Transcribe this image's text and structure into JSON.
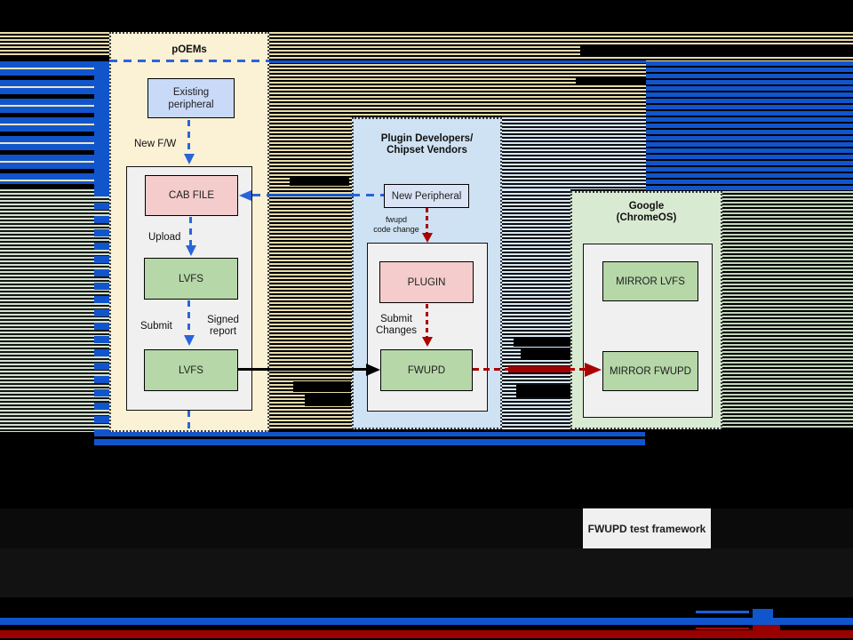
{
  "groups": {
    "poems": {
      "title": "pOEMs"
    },
    "plugin_vendors": {
      "title_line1": "Plugin Developers/",
      "title_line2": "Chipset Vendors"
    },
    "google": {
      "title_line1": "Google",
      "title_line2": "(ChromeOS)"
    }
  },
  "nodes": {
    "existing_peripheral_line1": "Existing",
    "existing_peripheral_line2": "peripheral",
    "cab_file": "CAB FILE",
    "lvfs_upper": "LVFS",
    "lvfs_lower": "LVFS",
    "new_peripheral": "New Peripheral",
    "plugin": "PLUGIN",
    "fwupd": "FWUPD",
    "mirror_lvfs": "MIRROR LVFS",
    "mirror_fwupd": "MIRROR FWUPD",
    "fwupd_test_framework": "FWUPD test framework"
  },
  "edge_labels": {
    "new_fw": "New F/W",
    "upload": "Upload",
    "submit": "Submit",
    "signed_line1": "Signed",
    "signed_line2": "report",
    "fwupd_change_line1": "fwupd",
    "fwupd_change_line2": "code change",
    "submit_changes_line1": "Submit",
    "submit_changes_line2": "Changes"
  },
  "colors": {
    "glitch_blue": "#1155cc",
    "glitch_tan": "#e9dcab",
    "glitch_light_blue": "#d8e6f3",
    "glitch_green_left": "#d4e1cf",
    "glitch_green_right": "#c2d6bc",
    "poems_fill": "#fbf1d4",
    "plugin_container_fill": "#cfe2f3",
    "google_container_fill": "#d9ead3",
    "peripheral_fill": "#c9daf8",
    "new_peripheral_fill": "#dbe4f6",
    "pink_fill": "#f4cccc",
    "green_fill": "#b6d7a8",
    "gray_fill": "#f0f0f0",
    "arrow_blue": "#2a64d9",
    "arrow_red": "#aa0000",
    "bottom_red_bar": "#990000"
  }
}
